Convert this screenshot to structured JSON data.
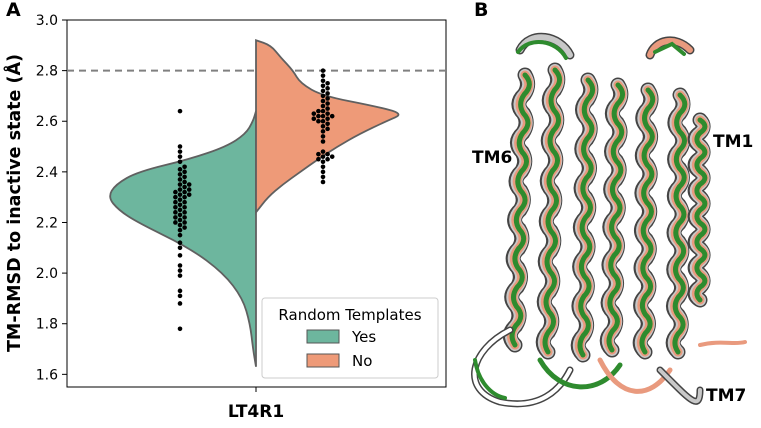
{
  "panels": {
    "a_letter": "A",
    "b_letter": "B"
  },
  "chart_data": {
    "type": "violin",
    "ylabel": "TM-RMSD to inactive state (Å)",
    "xlabel": "",
    "categories": [
      "LT4R1"
    ],
    "ylim": [
      1.55,
      3.0
    ],
    "yticks": [
      "1.6",
      "1.8",
      "2.0",
      "2.2",
      "2.4",
      "2.6",
      "2.8",
      "3.0"
    ],
    "reference_line": {
      "y": 2.8,
      "style": "dashed",
      "color": "#808080"
    },
    "legend": {
      "title": "Random Templates",
      "placement": "lower-right"
    },
    "series": [
      {
        "name": "Yes",
        "side": "left",
        "color": "#6DB69E",
        "density": [
          [
            1.63,
            0
          ],
          [
            1.7,
            0.02
          ],
          [
            1.8,
            0.04
          ],
          [
            1.9,
            0.09
          ],
          [
            2.0,
            0.22
          ],
          [
            2.1,
            0.45
          ],
          [
            2.2,
            0.8
          ],
          [
            2.25,
            0.93
          ],
          [
            2.3,
            1.0
          ],
          [
            2.35,
            0.95
          ],
          [
            2.4,
            0.8
          ],
          [
            2.45,
            0.45
          ],
          [
            2.5,
            0.2
          ],
          [
            2.55,
            0.07
          ],
          [
            2.6,
            0.02
          ],
          [
            2.64,
            0
          ]
        ],
        "points": [
          1.78,
          1.88,
          1.91,
          1.93,
          1.99,
          2.01,
          2.03,
          2.07,
          2.1,
          2.12,
          2.15,
          2.17,
          2.18,
          2.19,
          2.2,
          2.2,
          2.21,
          2.22,
          2.22,
          2.23,
          2.24,
          2.24,
          2.25,
          2.26,
          2.26,
          2.27,
          2.28,
          2.28,
          2.29,
          2.3,
          2.3,
          2.31,
          2.31,
          2.32,
          2.32,
          2.33,
          2.33,
          2.34,
          2.35,
          2.35,
          2.36,
          2.37,
          2.38,
          2.39,
          2.4,
          2.41,
          2.42,
          2.44,
          2.46,
          2.48,
          2.5,
          2.64
        ]
      },
      {
        "name": "No",
        "side": "right",
        "color": "#EE9A78",
        "density": [
          [
            2.24,
            0
          ],
          [
            2.3,
            0.08
          ],
          [
            2.35,
            0.18
          ],
          [
            2.4,
            0.3
          ],
          [
            2.45,
            0.42
          ],
          [
            2.5,
            0.55
          ],
          [
            2.55,
            0.7
          ],
          [
            2.6,
            0.88
          ],
          [
            2.63,
            1.0
          ],
          [
            2.66,
            0.8
          ],
          [
            2.7,
            0.45
          ],
          [
            2.75,
            0.3
          ],
          [
            2.8,
            0.25
          ],
          [
            2.85,
            0.17
          ],
          [
            2.9,
            0.1
          ],
          [
            2.92,
            0
          ]
        ],
        "points": [
          2.36,
          2.38,
          2.4,
          2.42,
          2.44,
          2.45,
          2.45,
          2.46,
          2.46,
          2.47,
          2.47,
          2.48,
          2.52,
          2.54,
          2.56,
          2.57,
          2.58,
          2.59,
          2.6,
          2.6,
          2.61,
          2.61,
          2.62,
          2.62,
          2.62,
          2.63,
          2.63,
          2.64,
          2.64,
          2.65,
          2.66,
          2.67,
          2.68,
          2.69,
          2.7,
          2.71,
          2.72,
          2.73,
          2.74,
          2.75,
          2.76,
          2.78,
          2.8
        ]
      }
    ]
  },
  "structure": {
    "labels": {
      "tm6": "TM6",
      "tm1": "TM1",
      "tm7": "TM7"
    },
    "colors": {
      "green": "#2E8B2E",
      "salmon": "#E99A7E",
      "gray": "#C8C8C8",
      "outline": "#444444"
    }
  }
}
